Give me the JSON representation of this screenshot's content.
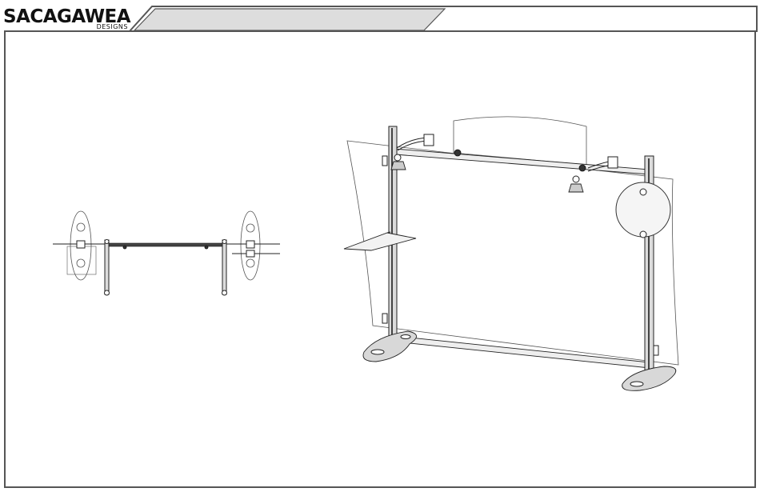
{
  "header": {
    "brand_name": "SACAGAWEA",
    "brand_sub": "DESIGNS",
    "title_tab_text": ""
  },
  "colors": {
    "frame": "#555555",
    "tab_fill": "#dddddd",
    "line": "#222222",
    "background": "#ffffff"
  },
  "drawings": {
    "plan_view": "top-view-diagram",
    "perspective_view": "3d-display-diagram"
  }
}
